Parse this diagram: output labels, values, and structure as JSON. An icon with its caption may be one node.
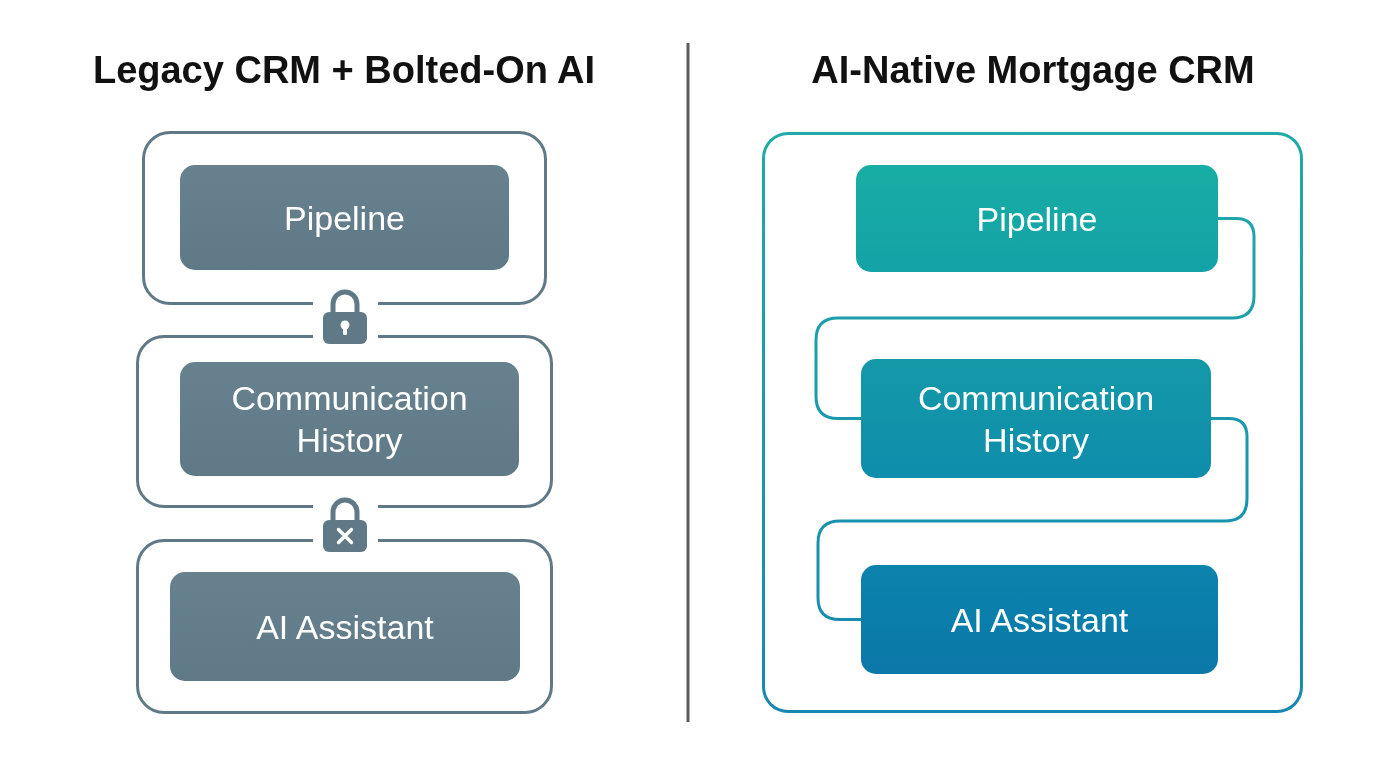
{
  "diagram": {
    "nodes": [
      {
        "text": [],
        "shape": "box"
      },
      {
        "text": [
          "Pipeline"
        ],
        "in": 0
      },
      {
        "text": [],
        "shape": "box"
      },
      {
        "text": [
          "Communication History"
        ],
        "in": 2
      },
      {
        "text": [],
        "shape": "box"
      },
      {
        "text": [
          "AI Assistant"
        ],
        "in": 4
      },
      {
        "text": [],
        "shape": "box"
      },
      {
        "text": [
          "Pipeline"
        ],
        "in": 6
      },
      {
        "text": [
          "Communication History"
        ],
        "in": 6
      },
      {
        "text": [
          "AI Assistant"
        ],
        "in": 6
      }
    ],
    "edges": [
      {
        "from": 7,
        "to": 8,
        "arrow": "none"
      },
      {
        "from": 8,
        "to": 9,
        "arrow": "none"
      }
    ],
    "labels": [
      "Legacy CRM + Bolted-On AI",
      "AI-Native Mortgage CRM"
    ]
  }
}
